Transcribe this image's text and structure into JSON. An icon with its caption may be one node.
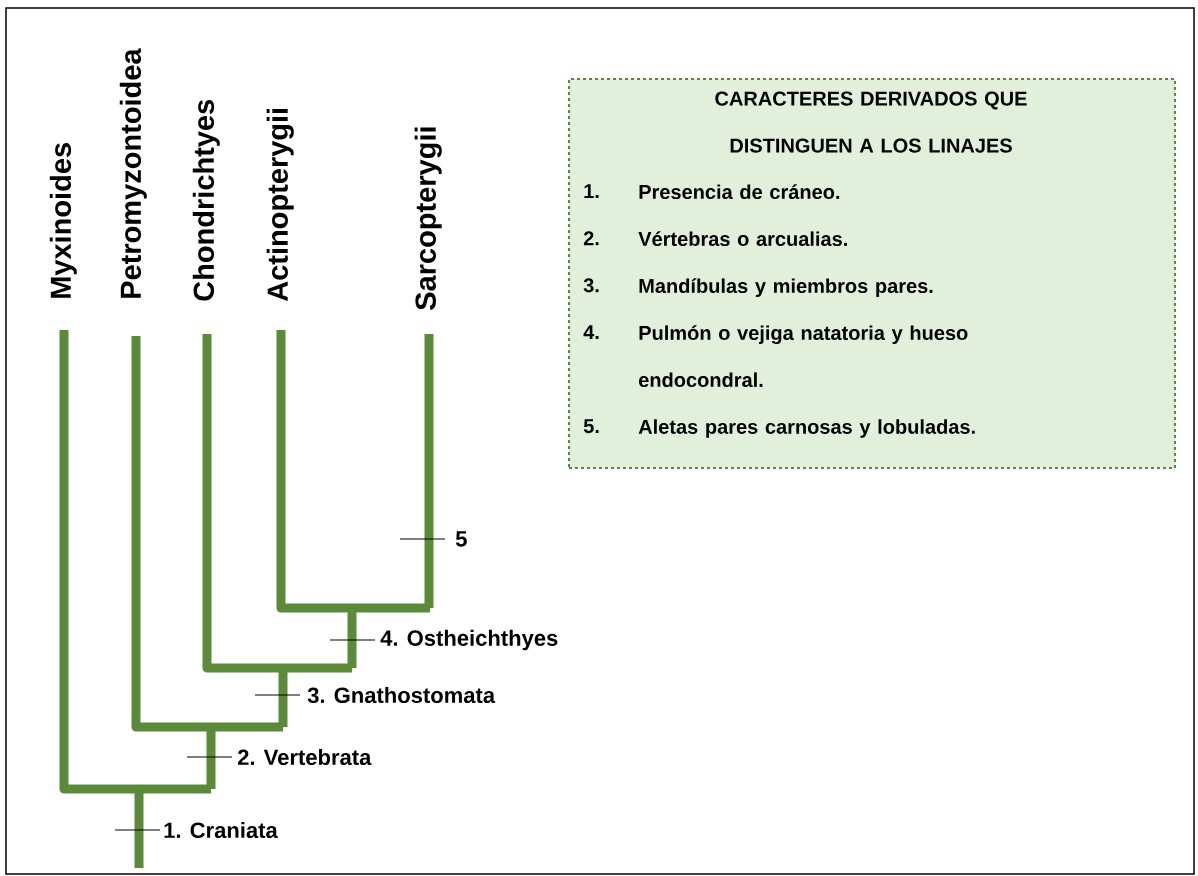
{
  "diagram": {
    "nodes": [
      {
        "text": [
          "CARACTERES DERIVADOS QUE DISTINGUEN A LOS LINAJES",
          "1.",
          "Presencia de cráneo.",
          "2.",
          "Vértebras o arcualias.",
          "3.",
          "Mandíbulas y miembros pares.",
          "4.",
          "Pulmón o vejiga natatoria y hueso endocondral.",
          "5.",
          "Aletas pares carnosas y lobuladas."
        ]
      }
    ],
    "labels": [
      "Myxinoides",
      "Petromyzontoidea",
      "Chondrichtyes",
      "Actinopterygii",
      "Sarcopterygii",
      "5",
      "4. Ostheichthyes",
      "3. Gnathostomata",
      "2. Vertebrata",
      "1. Craniata"
    ]
  }
}
